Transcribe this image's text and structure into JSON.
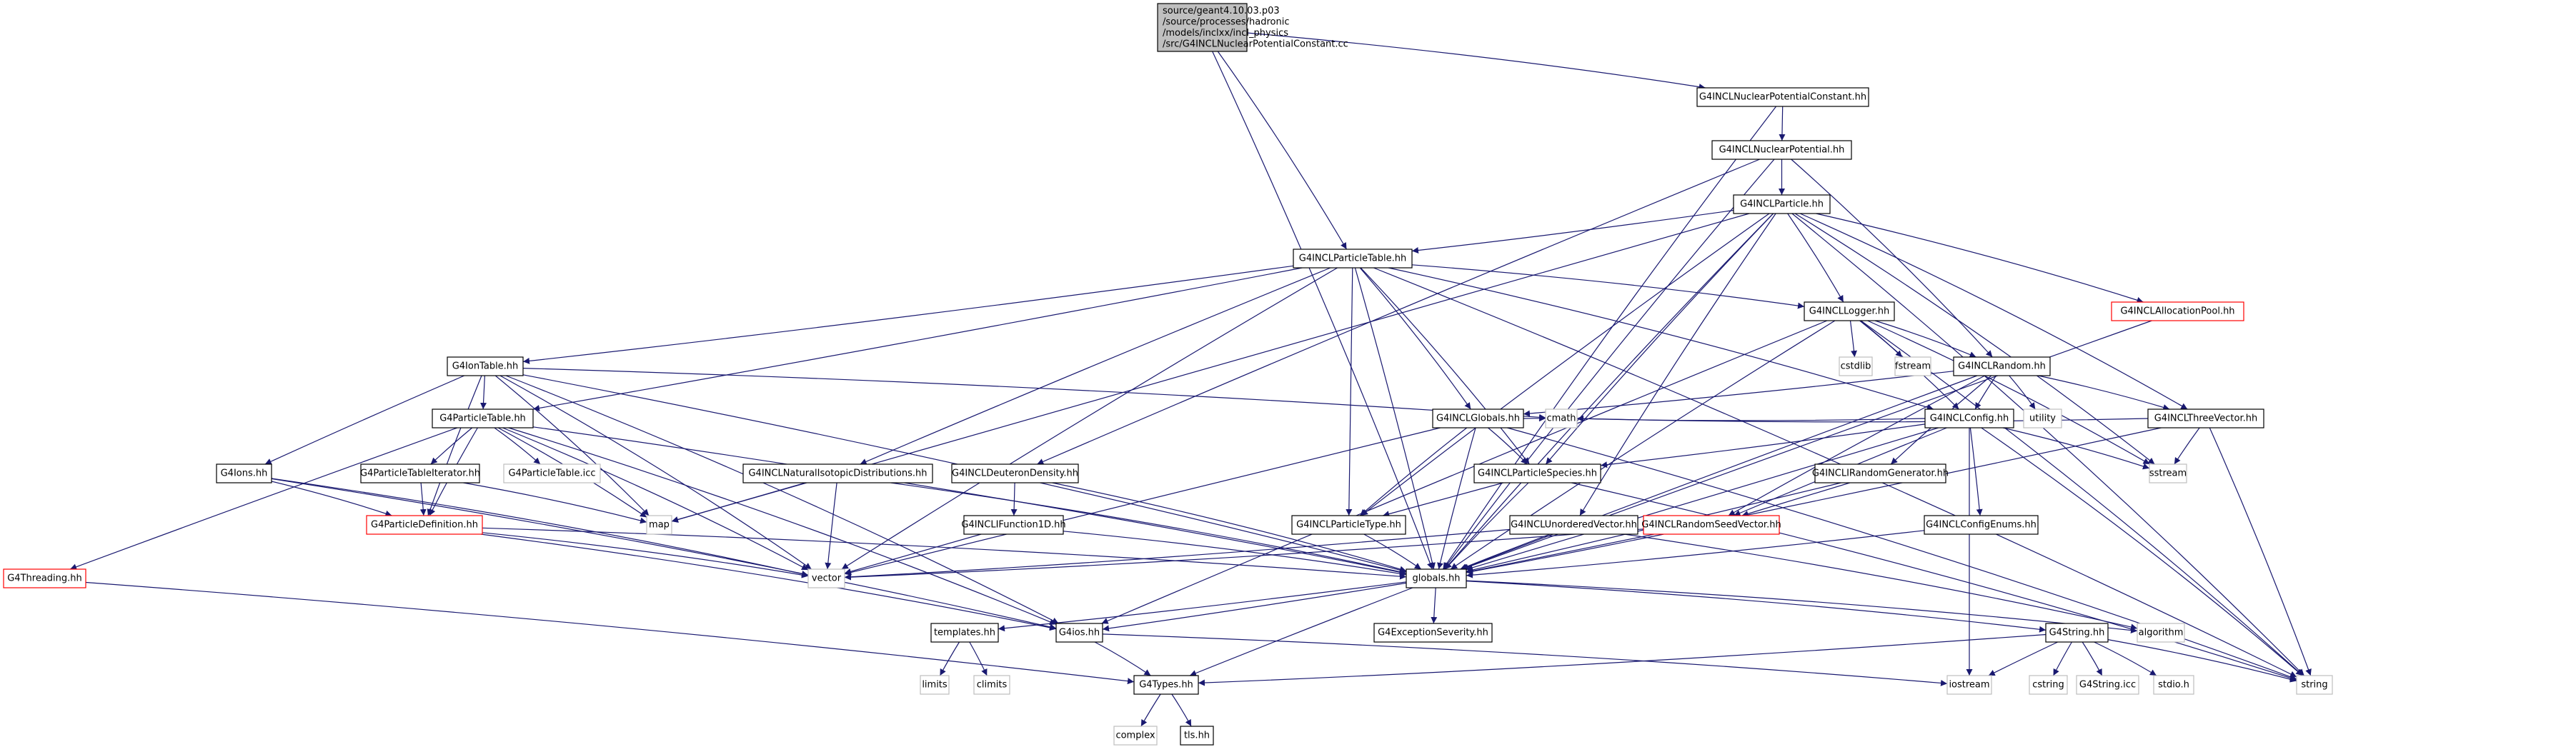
{
  "graph": {
    "kind": "include-dependency-graph",
    "colors": {
      "edge": "#191970",
      "root_fill": "#bfbfbf",
      "node_fill": "#ffffff",
      "node_border": "#000000",
      "truncated_border": "#ff0000",
      "system_border": "#bfbfbf",
      "system_text": "#404040"
    },
    "nodes": [
      {
        "id": "root",
        "lines": [
          "source/geant4.10.03.p03",
          "/source/processes/hadronic",
          "/models/inclxx/incl_physics",
          "/src/G4INCLNuclearPotentialConstant.cc"
        ],
        "style": "root"
      },
      {
        "id": "npc",
        "lines": [
          "G4INCLNuclearPotentialConstant.hh"
        ],
        "style": "normal"
      },
      {
        "id": "np",
        "lines": [
          "G4INCLNuclearPotential.hh"
        ],
        "style": "normal"
      },
      {
        "id": "particle",
        "lines": [
          "G4INCLParticle.hh"
        ],
        "style": "normal"
      },
      {
        "id": "ptable",
        "lines": [
          "G4INCLParticleTable.hh"
        ],
        "style": "normal"
      },
      {
        "id": "logger",
        "lines": [
          "G4INCLLogger.hh"
        ],
        "style": "normal"
      },
      {
        "id": "allocpool",
        "lines": [
          "G4INCLAllocationPool.hh"
        ],
        "style": "truncated"
      },
      {
        "id": "iontable",
        "lines": [
          "G4IonTable.hh"
        ],
        "style": "normal"
      },
      {
        "id": "random",
        "lines": [
          "G4INCLRandom.hh"
        ],
        "style": "normal"
      },
      {
        "id": "cstdlib",
        "lines": [
          "cstdlib"
        ],
        "style": "system"
      },
      {
        "id": "fstream",
        "lines": [
          "fstream"
        ],
        "style": "system"
      },
      {
        "id": "g4particletable",
        "lines": [
          "G4ParticleTable.hh"
        ],
        "style": "normal"
      },
      {
        "id": "inclglobals",
        "lines": [
          "G4INCLGlobals.hh"
        ],
        "style": "normal"
      },
      {
        "id": "utility",
        "lines": [
          "utility"
        ],
        "style": "system"
      },
      {
        "id": "config",
        "lines": [
          "G4INCLConfig.hh"
        ],
        "style": "normal"
      },
      {
        "id": "threevector",
        "lines": [
          "G4INCLThreeVector.hh"
        ],
        "style": "normal"
      },
      {
        "id": "g4ions",
        "lines": [
          "G4Ions.hh"
        ],
        "style": "normal"
      },
      {
        "id": "ptiterator",
        "lines": [
          "G4ParticleTableIterator.hh"
        ],
        "style": "normal"
      },
      {
        "id": "pticc",
        "lines": [
          "G4ParticleTable.icc"
        ],
        "style": "system"
      },
      {
        "id": "natural",
        "lines": [
          "G4INCLNaturalIsotopicDistributions.hh"
        ],
        "style": "normal"
      },
      {
        "id": "deuteron",
        "lines": [
          "G4INCLDeuteronDensity.hh"
        ],
        "style": "normal"
      },
      {
        "id": "species",
        "lines": [
          "G4INCLParticleSpecies.hh"
        ],
        "style": "normal"
      },
      {
        "id": "cmath",
        "lines": [
          "cmath"
        ],
        "style": "system"
      },
      {
        "id": "rng",
        "lines": [
          "G4INCLIRandomGenerator.hh"
        ],
        "style": "normal"
      },
      {
        "id": "sstream",
        "lines": [
          "sstream"
        ],
        "style": "system"
      },
      {
        "id": "map",
        "lines": [
          "map"
        ],
        "style": "system"
      },
      {
        "id": "pdef",
        "lines": [
          "G4ParticleDefinition.hh"
        ],
        "style": "truncated"
      },
      {
        "id": "function1d",
        "lines": [
          "G4INCLIFunction1D.hh"
        ],
        "style": "normal"
      },
      {
        "id": "ptype",
        "lines": [
          "G4INCLParticleType.hh"
        ],
        "style": "normal"
      },
      {
        "id": "unordered",
        "lines": [
          "G4INCLUnorderedVector.hh"
        ],
        "style": "normal"
      },
      {
        "id": "seedvec",
        "lines": [
          "G4INCLRandomSeedVector.hh"
        ],
        "style": "truncated"
      },
      {
        "id": "cfgenums",
        "lines": [
          "G4INCLConfigEnums.hh"
        ],
        "style": "normal"
      },
      {
        "id": "threading",
        "lines": [
          "G4Threading.hh"
        ],
        "style": "truncated"
      },
      {
        "id": "vector",
        "lines": [
          "vector"
        ],
        "style": "system"
      },
      {
        "id": "globals",
        "lines": [
          "globals.hh"
        ],
        "style": "normal"
      },
      {
        "id": "templates",
        "lines": [
          "templates.hh"
        ],
        "style": "normal"
      },
      {
        "id": "g4ios",
        "lines": [
          "G4ios.hh"
        ],
        "style": "normal"
      },
      {
        "id": "exseverity",
        "lines": [
          "G4ExceptionSeverity.hh"
        ],
        "style": "normal"
      },
      {
        "id": "g4string",
        "lines": [
          "G4String.hh"
        ],
        "style": "normal"
      },
      {
        "id": "algorithm",
        "lines": [
          "algorithm"
        ],
        "style": "system"
      },
      {
        "id": "limits",
        "lines": [
          "limits"
        ],
        "style": "system"
      },
      {
        "id": "climits",
        "lines": [
          "climits"
        ],
        "style": "system"
      },
      {
        "id": "g4types",
        "lines": [
          "G4Types.hh"
        ],
        "style": "normal"
      },
      {
        "id": "iostream",
        "lines": [
          "iostream"
        ],
        "style": "system"
      },
      {
        "id": "cstring",
        "lines": [
          "cstring"
        ],
        "style": "system"
      },
      {
        "id": "g4stringicc",
        "lines": [
          "G4String.icc"
        ],
        "style": "system"
      },
      {
        "id": "stdioh",
        "lines": [
          "stdio.h"
        ],
        "style": "system"
      },
      {
        "id": "string",
        "lines": [
          "string"
        ],
        "style": "system"
      },
      {
        "id": "complex",
        "lines": [
          "complex"
        ],
        "style": "system"
      },
      {
        "id": "tlsh",
        "lines": [
          "tls.hh"
        ],
        "style": "normal"
      }
    ],
    "edges": [
      [
        "root",
        "npc"
      ],
      [
        "root",
        "ptable"
      ],
      [
        "root",
        "globals"
      ],
      [
        "npc",
        "np"
      ],
      [
        "npc",
        "globals"
      ],
      [
        "np",
        "particle"
      ],
      [
        "np",
        "random"
      ],
      [
        "np",
        "deuteron"
      ],
      [
        "np",
        "globals"
      ],
      [
        "particle",
        "ptable"
      ],
      [
        "particle",
        "logger"
      ],
      [
        "particle",
        "allocpool"
      ],
      [
        "particle",
        "threevector"
      ],
      [
        "particle",
        "species"
      ],
      [
        "particle",
        "ptype"
      ],
      [
        "particle",
        "unordered"
      ],
      [
        "particle",
        "map"
      ],
      [
        "particle",
        "sstream"
      ],
      [
        "particle",
        "string"
      ],
      [
        "particle",
        "globals"
      ],
      [
        "ptable",
        "iontable"
      ],
      [
        "ptable",
        "g4particletable"
      ],
      [
        "ptable",
        "inclglobals"
      ],
      [
        "ptable",
        "logger"
      ],
      [
        "ptable",
        "config"
      ],
      [
        "ptable",
        "natural"
      ],
      [
        "ptable",
        "species"
      ],
      [
        "ptable",
        "ptype"
      ],
      [
        "ptable",
        "vector"
      ],
      [
        "ptable",
        "string"
      ],
      [
        "ptable",
        "globals"
      ],
      [
        "logger",
        "cstdlib"
      ],
      [
        "logger",
        "fstream"
      ],
      [
        "logger",
        "random"
      ],
      [
        "logger",
        "config"
      ],
      [
        "logger",
        "sstream"
      ],
      [
        "logger",
        "string"
      ],
      [
        "logger",
        "g4ios"
      ],
      [
        "logger",
        "globals"
      ],
      [
        "allocpool",
        "globals"
      ],
      [
        "iontable",
        "g4particletable"
      ],
      [
        "iontable",
        "g4ions"
      ],
      [
        "iontable",
        "pdef"
      ],
      [
        "iontable",
        "map"
      ],
      [
        "iontable",
        "vector"
      ],
      [
        "iontable",
        "cmath"
      ],
      [
        "iontable",
        "g4ios"
      ],
      [
        "iontable",
        "globals"
      ],
      [
        "random",
        "inclglobals"
      ],
      [
        "random",
        "utility"
      ],
      [
        "random",
        "config"
      ],
      [
        "random",
        "threevector"
      ],
      [
        "random",
        "rng"
      ],
      [
        "random",
        "seedvec"
      ],
      [
        "random",
        "globals"
      ],
      [
        "g4particletable",
        "ptiterator"
      ],
      [
        "g4particletable",
        "pticc"
      ],
      [
        "g4particletable",
        "pdef"
      ],
      [
        "g4particletable",
        "map"
      ],
      [
        "g4particletable",
        "threading"
      ],
      [
        "g4particletable",
        "vector"
      ],
      [
        "g4particletable",
        "g4ios"
      ],
      [
        "g4particletable",
        "globals"
      ],
      [
        "inclglobals",
        "cmath"
      ],
      [
        "inclglobals",
        "species"
      ],
      [
        "inclglobals",
        "ptype"
      ],
      [
        "inclglobals",
        "vector"
      ],
      [
        "inclglobals",
        "string"
      ],
      [
        "inclglobals",
        "globals"
      ],
      [
        "config",
        "species"
      ],
      [
        "config",
        "cfgenums"
      ],
      [
        "config",
        "seedvec"
      ],
      [
        "config",
        "sstream"
      ],
      [
        "config",
        "string"
      ],
      [
        "config",
        "iostream"
      ],
      [
        "config",
        "cmath"
      ],
      [
        "config",
        "globals"
      ],
      [
        "threevector",
        "sstream"
      ],
      [
        "threevector",
        "cmath"
      ],
      [
        "threevector",
        "string"
      ],
      [
        "threevector",
        "globals"
      ],
      [
        "g4ions",
        "pdef"
      ],
      [
        "g4ions",
        "vector"
      ],
      [
        "g4ions",
        "g4ios"
      ],
      [
        "ptiterator",
        "pdef"
      ],
      [
        "ptiterator",
        "map"
      ],
      [
        "natural",
        "map"
      ],
      [
        "natural",
        "vector"
      ],
      [
        "natural",
        "globals"
      ],
      [
        "deuteron",
        "function1d"
      ],
      [
        "deuteron",
        "globals"
      ],
      [
        "species",
        "ptype"
      ],
      [
        "species",
        "globals"
      ],
      [
        "species",
        "string"
      ],
      [
        "rng",
        "seedvec"
      ],
      [
        "rng",
        "globals"
      ],
      [
        "pdef",
        "vector"
      ],
      [
        "pdef",
        "g4ios"
      ],
      [
        "pdef",
        "globals"
      ],
      [
        "function1d",
        "vector"
      ],
      [
        "function1d",
        "globals"
      ],
      [
        "ptype",
        "globals"
      ],
      [
        "unordered",
        "vector"
      ],
      [
        "unordered",
        "algorithm"
      ],
      [
        "unordered",
        "globals"
      ],
      [
        "seedvec",
        "vector"
      ],
      [
        "seedvec",
        "globals"
      ],
      [
        "cfgenums",
        "globals"
      ],
      [
        "threading",
        "g4types"
      ],
      [
        "globals",
        "g4ios"
      ],
      [
        "globals",
        "exseverity"
      ],
      [
        "globals",
        "g4string"
      ],
      [
        "globals",
        "templates"
      ],
      [
        "globals",
        "algorithm"
      ],
      [
        "globals",
        "g4types"
      ],
      [
        "templates",
        "limits"
      ],
      [
        "templates",
        "climits"
      ],
      [
        "g4ios",
        "g4types"
      ],
      [
        "g4ios",
        "iostream"
      ],
      [
        "g4string",
        "g4types"
      ],
      [
        "g4string",
        "iostream"
      ],
      [
        "g4string",
        "cstring"
      ],
      [
        "g4string",
        "g4stringicc"
      ],
      [
        "g4string",
        "stdioh"
      ],
      [
        "g4string",
        "string"
      ],
      [
        "g4types",
        "complex"
      ],
      [
        "g4types",
        "tlsh"
      ]
    ]
  }
}
